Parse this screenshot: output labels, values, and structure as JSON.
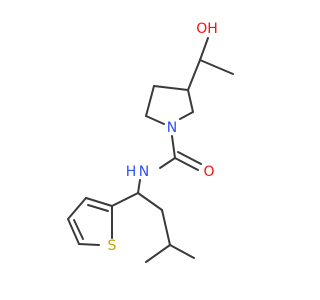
{
  "atoms": {
    "hydroxyl": {
      "text": "OH",
      "color": "#ff0d0d"
    },
    "carbonyl_o": {
      "text": "O",
      "color": "#ff0d0d"
    },
    "ring_n": {
      "text": "N",
      "color": "#3050f8"
    },
    "amide_nh": {
      "text": "N",
      "color": "#3050f8"
    },
    "amide_h": {
      "text": "H",
      "color": "#3050f8"
    },
    "sulfur": {
      "text": "S",
      "color": "#c6a100"
    }
  },
  "bond_color": "#3a3a3a"
}
